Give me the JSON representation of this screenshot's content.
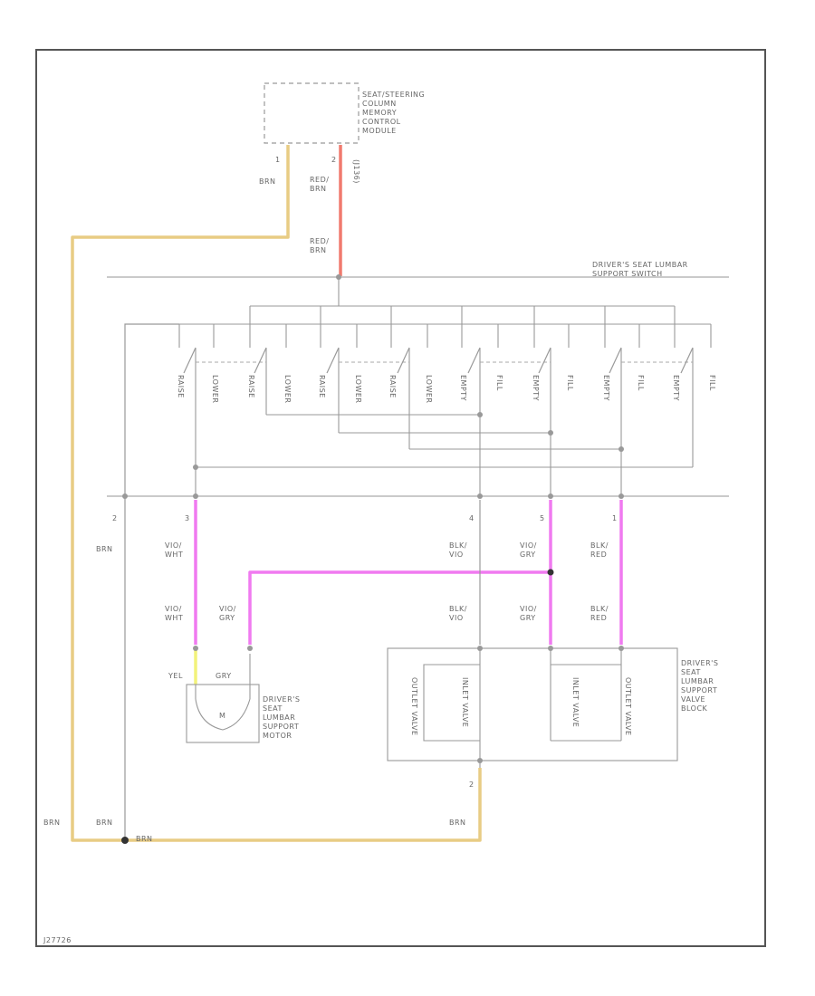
{
  "colors": {
    "brown": "#e8cc84",
    "red": "#f07a6e",
    "violet": "#f07af0",
    "yellow": "#f2f27a",
    "gray": "#888888",
    "frame": "#555555"
  },
  "components": {
    "memory_module": "SEAT/STEERING\nCOLUMN\nMEMORY\nCONTROL\nMODULE",
    "memory_module_side": "(J136)",
    "lumbar_switch": "DRIVER'S SEAT LUMBAR\nSUPPORT SWITCH",
    "lumbar_motor": "DRIVER'S\nSEAT\nLUMBAR\nSUPPORT\nMOTOR",
    "motor_text": "M",
    "motor_pins": {
      "left": "YEL",
      "right": "GRY"
    },
    "valve_block": "DRIVER'S\nSEAT\nLUMBAR\nSUPPORT\nVALVE\nBLOCK"
  },
  "switch_labels": [
    "RAISE",
    "LOWER",
    "RAISE",
    "LOWER",
    "RAISE",
    "LOWER",
    "RAISE",
    "LOWER",
    "EMPTY",
    "FILL",
    "EMPTY",
    "FILL",
    "EMPTY",
    "FILL",
    "EMPTY",
    "FILL"
  ],
  "valve_labels": [
    "OUTLET VALVE",
    "INLET VALVE",
    "INLET VALVE",
    "OUTLET VALVE"
  ],
  "pins": {
    "mm_1": "1",
    "mm_2": "2",
    "sw_2": "2",
    "sw_3": "3",
    "sw_4": "4",
    "sw_5": "5",
    "sw_1": "1",
    "vb_2": "2"
  },
  "wires": {
    "brn_top": "BRN",
    "red_brn_top": "RED/\nBRN",
    "red_brn_mid": "RED/\nBRN",
    "brn_left_outer": "BRN",
    "brn_left_mid": "BRN",
    "brn_left_low": "BRN",
    "brn_splice": "BRN",
    "brn_right_low": "BRN",
    "vio_wht_1": "VIO/\nWHT",
    "vio_wht_2": "VIO/\nWHT",
    "vio_gry_motor": "VIO/\nGRY",
    "blk_vio_1": "BLK/\nVIO",
    "blk_vio_2": "BLK/\nVIO",
    "vio_gry_1": "VIO/\nGRY",
    "vio_gry_2": "VIO/\nGRY",
    "blk_red_1": "BLK/\nRED",
    "blk_red_2": "BLK/\nRED"
  },
  "footer_id": "J27726"
}
